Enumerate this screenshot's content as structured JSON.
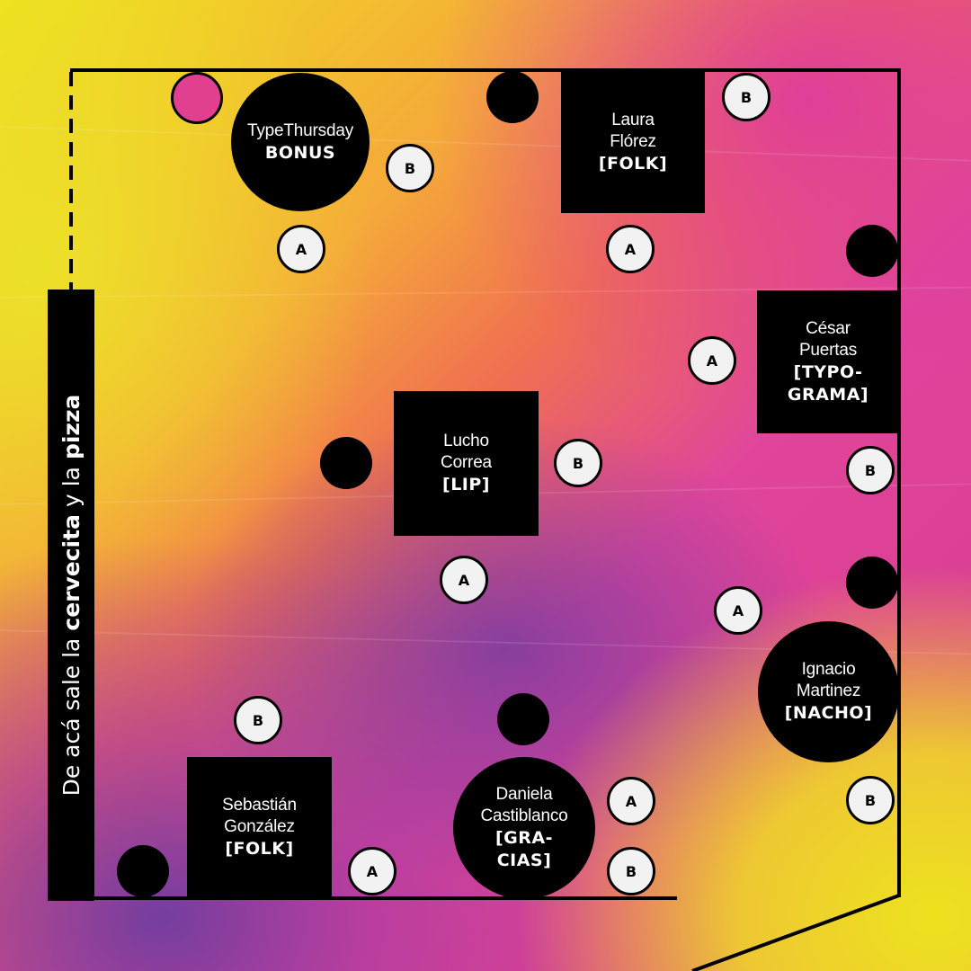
{
  "colors": {
    "ink": "#000000",
    "seat_fill": "#f2f2f2",
    "pink_accent": "#e0408f",
    "yellow": "#efe21e",
    "magenta": "#d63a8c",
    "purple": "#6e3ca0"
  },
  "exit_label": {
    "p1": "De acá sale la",
    "p2": "cervecita",
    "p3": "y la",
    "p4": "pizza"
  },
  "tables": {
    "bonus": {
      "name": "TypeThursday",
      "tag": "BONUS"
    },
    "laura": {
      "line1": "Laura",
      "line2": "Flórez",
      "tag": "[FOLK]"
    },
    "cesar": {
      "line1": "César",
      "line2": "Puertas",
      "tag1": "[TYPO-",
      "tag2": "GRAMA]"
    },
    "lucho": {
      "line1": "Lucho",
      "line2": "Correa",
      "tag": "[LIP]"
    },
    "ignacio": {
      "line1": "Ignacio",
      "line2": "Martinez",
      "tag": "[NACHO]"
    },
    "sebastian": {
      "line1": "Sebastián",
      "line2": "González",
      "tag": "[FOLK]"
    },
    "daniela": {
      "line1": "Daniela",
      "line2": "Castiblanco",
      "tag1": "[GRA-",
      "tag2": "CIAS]"
    }
  },
  "seat_labels": {
    "a": "A",
    "b": "B"
  }
}
